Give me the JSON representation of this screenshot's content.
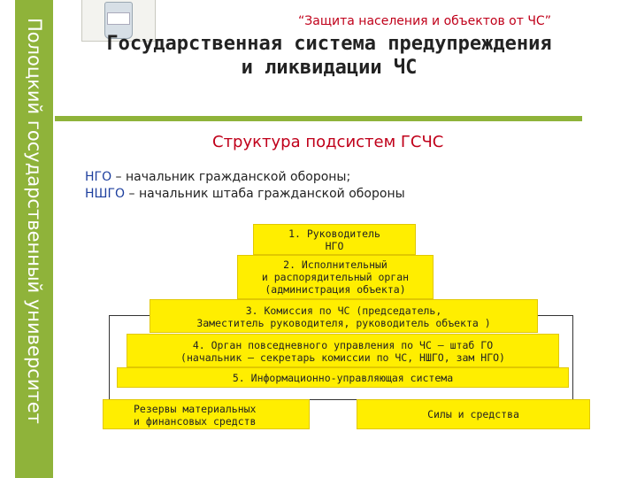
{
  "sidebar": {
    "university": "Полоцкий государственный университет"
  },
  "header": {
    "subject": "“Защита населения и объектов от ЧС”",
    "title_line1": "Государственная система предупреждения",
    "title_line2": "и ликвидации ЧС"
  },
  "section_title": "Структура подсистем ГСЧС",
  "abbreviations": [
    {
      "key": "НГО",
      "text": " – начальник гражданской обороны;"
    },
    {
      "key": "НШГО",
      "text": " – начальник штаба гражданской обороны"
    }
  ],
  "pyramid": [
    {
      "line1": "1. Руководитель",
      "line2": "НГО",
      "line3": ""
    },
    {
      "line1": "2. Исполнительный",
      "line2": "и распорядительный орган",
      "line3": "(администрация объекта)"
    },
    {
      "line1": "3. Комиссия по ЧС (председатель,",
      "line2": "Заместитель руководителя, руководитель объекта )",
      "line3": ""
    },
    {
      "line1": "4. Орган повседневного управления по ЧС – штаб ГО",
      "line2": "(начальник – секретарь комиссии по ЧС, НШГО, зам НГО)",
      "line3": ""
    },
    {
      "line1": "5. Информационно-управляющая система",
      "line2": "",
      "line3": ""
    }
  ],
  "bottom": {
    "reserves_line1": "Резервы материальных",
    "reserves_line2": "и финансовых средств",
    "forces": "Силы и средства"
  },
  "colors": {
    "accent": "#8fb33a",
    "box": "#ffee00",
    "heading": "#c0001a"
  }
}
